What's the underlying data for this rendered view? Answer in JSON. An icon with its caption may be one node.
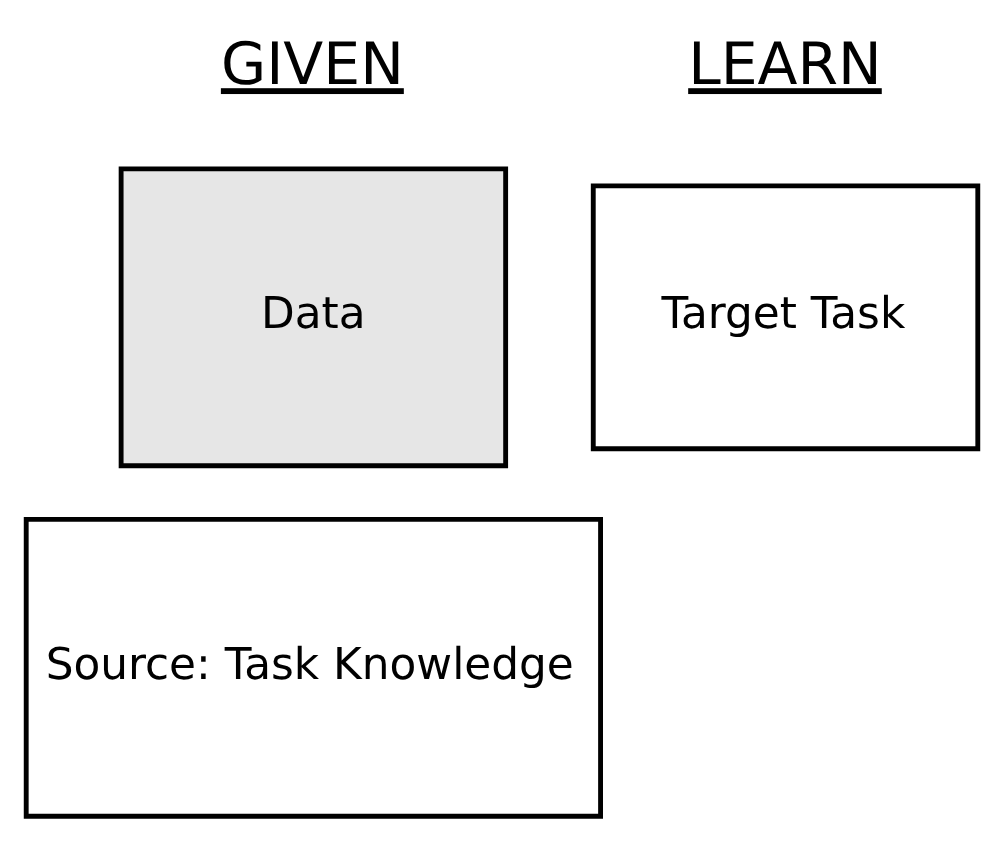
{
  "diagram": {
    "nodes": [
      {
        "text": [
          "Data"
        ]
      },
      {
        "text": [
          "Target Task"
        ]
      },
      {
        "text": [
          "Source: Task Knowledge"
        ]
      }
    ],
    "labels": [
      "GIVEN",
      "LEARN"
    ]
  }
}
